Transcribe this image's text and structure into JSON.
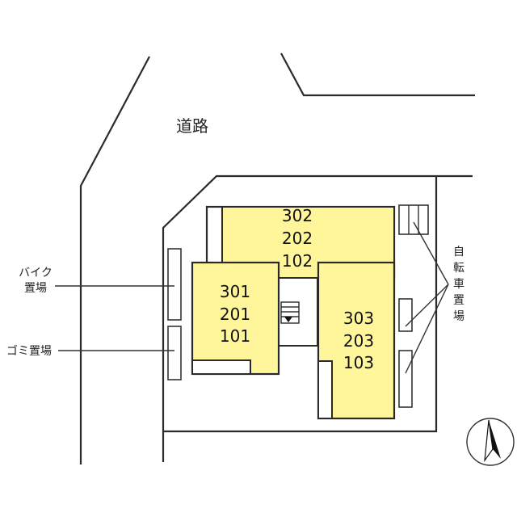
{
  "colors": {
    "unit_fill": "#FFF59A",
    "line": "#2a2a2a",
    "background": "#ffffff"
  },
  "road": {
    "label": "道路"
  },
  "buildings": [
    {
      "units": [
        "302",
        "202",
        "102"
      ]
    },
    {
      "units": [
        "301",
        "201",
        "101"
      ]
    },
    {
      "units": [
        "303",
        "203",
        "103"
      ]
    }
  ],
  "labels": {
    "bike_parking": [
      "バイク",
      "置場"
    ],
    "garbage": "ゴミ置場",
    "bicycle_parking": [
      "自",
      "転",
      "車",
      "置",
      "場"
    ]
  },
  "compass": {
    "icon": "north-arrow-icon"
  }
}
